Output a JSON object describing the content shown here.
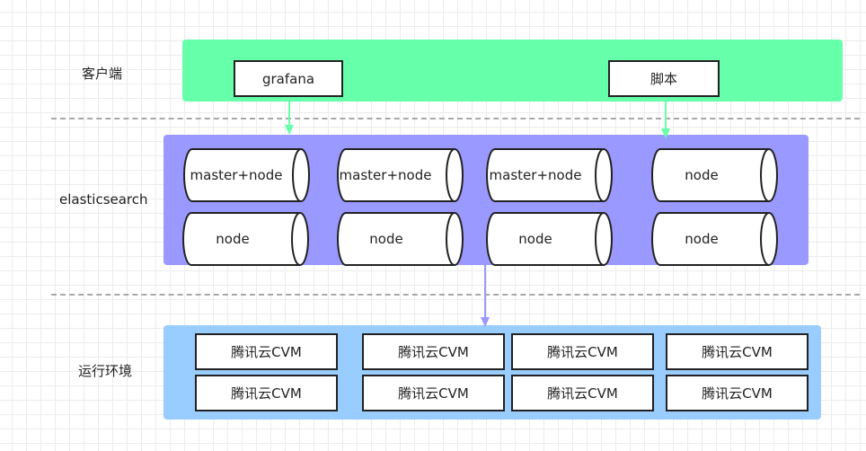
{
  "layers": {
    "client": {
      "label": "客户端",
      "color": "#66ffaa",
      "items": {
        "grafana": "grafana",
        "script": "脚本"
      }
    },
    "es": {
      "label": "elasticsearch",
      "color": "#9999ff",
      "nodes": {
        "n1": "master+node",
        "n2": "master+node",
        "n3": "master+node",
        "n4": "node",
        "n5": "node",
        "n6": "node",
        "n7": "node",
        "n8": "node"
      }
    },
    "runtime": {
      "label": "运行环境",
      "color": "#99ccff",
      "vms": {
        "v1": "腾讯云CVM",
        "v2": "腾讯云CVM",
        "v3": "腾讯云CVM",
        "v4": "腾讯云CVM",
        "v5": "腾讯云CVM",
        "v6": "腾讯云CVM",
        "v7": "腾讯云CVM",
        "v8": "腾讯云CVM"
      }
    }
  },
  "colors": {
    "client_arrow": "#66ffaa",
    "es_arrow": "#9999ff"
  }
}
